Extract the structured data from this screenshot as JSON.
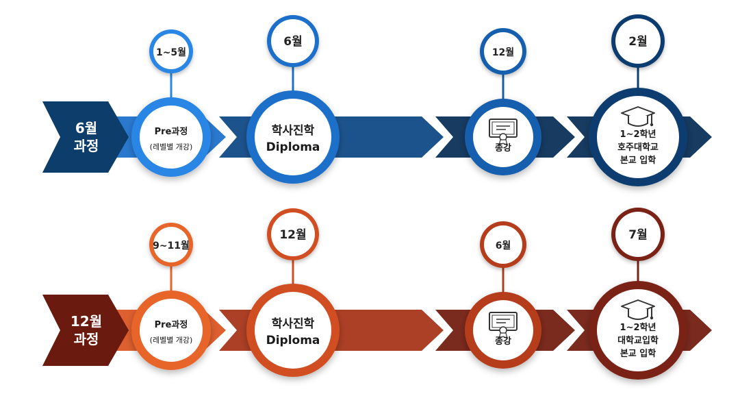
{
  "rows": [
    {
      "id": "june",
      "label_lines": [
        "6월",
        "과정"
      ],
      "colors": {
        "label_dark": "#0d3d6b",
        "band": [
          "#2a8be8",
          "#1f72cc",
          "#175fae",
          "#114a86",
          "#0f3c6c",
          "#0b3058"
        ],
        "ring": [
          "#2a86e4",
          "#1e6fc9",
          "#175eae",
          "#0f3e70"
        ]
      },
      "stages": [
        {
          "kind": "pre",
          "top": "1~5월",
          "lines": [
            "Pre과정",
            "(레벨별 개강)"
          ]
        },
        {
          "kind": "diploma",
          "top": "6월",
          "lines": [
            "학사진학",
            "Diploma"
          ]
        },
        {
          "kind": "cert",
          "top": "12월",
          "icon": "certificate-icon",
          "lines": [
            "종강"
          ]
        },
        {
          "kind": "grad",
          "top": "2월",
          "icon": "graduation-cap-icon",
          "lines": [
            "1~2학년",
            "호주대학교",
            "본교 입학"
          ]
        }
      ]
    },
    {
      "id": "december",
      "label_lines": [
        "12월",
        "과정"
      ],
      "colors": {
        "label_dark": "#6b1a0f",
        "band": [
          "#ec6a2e",
          "#dc5624",
          "#c7461f",
          "#a8361a",
          "#8c2916",
          "#741f12"
        ],
        "ring": [
          "#e8652b",
          "#d14e20",
          "#b53c1c",
          "#7a2214"
        ]
      },
      "stages": [
        {
          "kind": "pre",
          "top": "9~11월",
          "lines": [
            "Pre과정",
            "(레벨별 개강)"
          ]
        },
        {
          "kind": "diploma",
          "top": "12월",
          "lines": [
            "학사진학",
            "Diploma"
          ]
        },
        {
          "kind": "cert",
          "top": "6월",
          "icon": "certificate-icon",
          "lines": [
            "종강"
          ]
        },
        {
          "kind": "grad",
          "top": "7월",
          "icon": "graduation-cap-icon",
          "lines": [
            "1~2학년",
            "대학교입학",
            "본교 입학"
          ]
        }
      ]
    }
  ]
}
